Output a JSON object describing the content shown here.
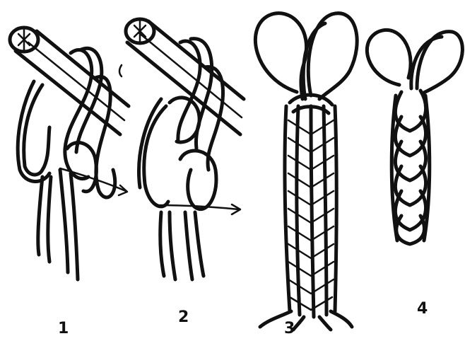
{
  "figure": {
    "panels": [
      {
        "id": "panel-1",
        "label": "1"
      },
      {
        "id": "panel-2",
        "label": "2"
      },
      {
        "id": "panel-3",
        "label": "3"
      },
      {
        "id": "panel-4",
        "label": "4"
      }
    ]
  }
}
